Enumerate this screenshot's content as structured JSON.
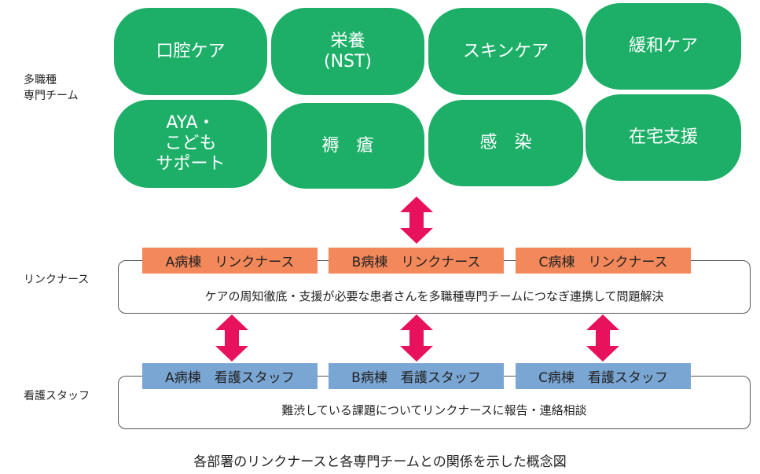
{
  "row_labels": {
    "teams": "多職種\n専門チーム",
    "link": "リンクナース",
    "staff": "看護スタッフ"
  },
  "teams": [
    "口腔ケア",
    "栄養\n(NST)",
    "スキンケア",
    "緩和ケア",
    "AYA・\nこども\nサポート",
    "褥　瘡",
    "感　染",
    "在宅支援"
  ],
  "link_nurse": {
    "tags": [
      "A病棟　リンクナース",
      "B病棟　リンクナース",
      "C病棟　リンクナース"
    ],
    "description": "ケアの周知徹底・支援が必要な患者さんを多職種専門チームにつなぎ連携して問題解決"
  },
  "staff": {
    "tags": [
      "A病棟　看護スタッフ",
      "B病棟　看護スタッフ",
      "C病棟　看護スタッフ"
    ],
    "description": "難渋している課題についてリンクナースに報告・連絡相談"
  },
  "caption": "各部署のリンクナースと各専門チームとの関係を示した概念図",
  "colors": {
    "team_green": "#1daf68",
    "link_orange": "#f3885a",
    "staff_blue": "#7aa6d3",
    "arrow_pink": "#e8125c"
  }
}
